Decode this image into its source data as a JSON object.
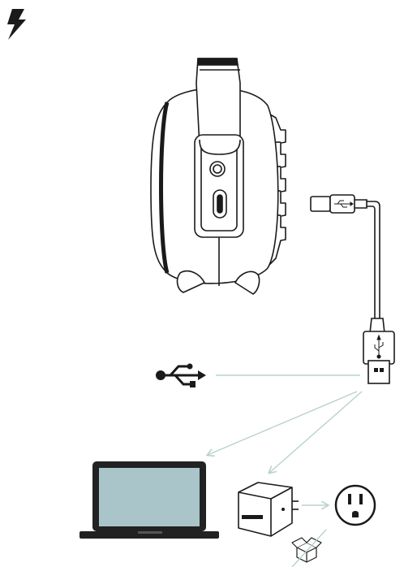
{
  "diagram": {
    "colors": {
      "ink": "#1a1a1a",
      "arrow": "#b9d2cd",
      "screen": "#a9c5c9",
      "paper": "#ffffff",
      "screen_bezel": "#222222"
    },
    "icons": [
      "charging-bolt-icon",
      "speaker-device",
      "micro-usb-cable",
      "usb-plug",
      "usb-symbol-icon",
      "laptop-icon",
      "wall-adapter-icon",
      "wall-outlet-icon",
      "not-included-box-icon"
    ],
    "flows": [
      {
        "from": "usb-plug",
        "to": "usb-symbol-icon"
      },
      {
        "from": "usb-plug",
        "to": "laptop-icon"
      },
      {
        "from": "usb-plug",
        "to": "wall-adapter-icon"
      },
      {
        "from": "wall-adapter-icon",
        "to": "wall-outlet-icon"
      }
    ]
  }
}
